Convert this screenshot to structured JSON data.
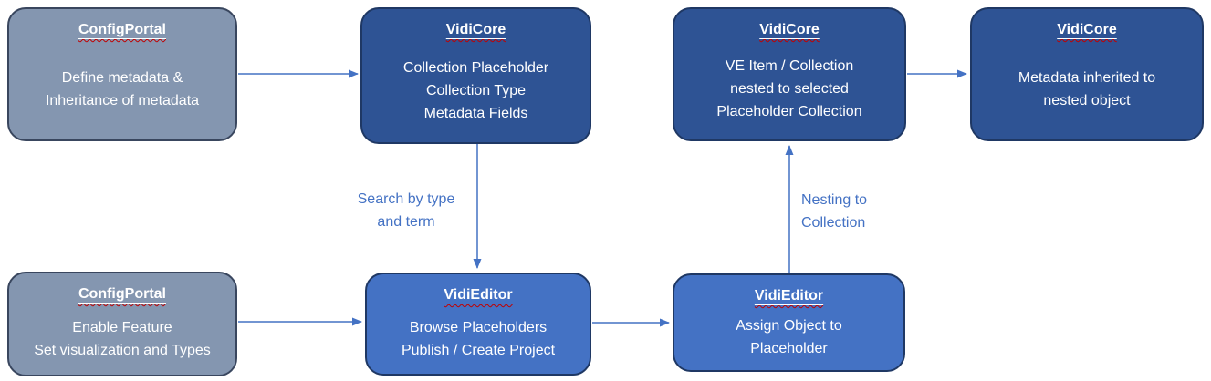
{
  "diagram": {
    "boxes": {
      "config_define": {
        "title": "ConfigPortal",
        "line1": "Define metadata &",
        "line2": "Inheritance of metadata"
      },
      "vidicore_placeholder": {
        "title": "VidiCore",
        "line1": "Collection Placeholder",
        "line2": "Collection Type",
        "line3": "Metadata Fields"
      },
      "vidicore_nested": {
        "title": "VidiCore",
        "line1": "VE Item / Collection",
        "line2": "nested to selected",
        "line3": "Placeholder Collection"
      },
      "vidicore_inherited": {
        "title": "VidiCore",
        "line1": "Metadata inherited to",
        "line2": "nested object"
      },
      "config_enable": {
        "title": "ConfigPortal",
        "line1": "Enable Feature",
        "line2": "Set visualization and Types"
      },
      "vidieditor_browse": {
        "title": "VidiEditor",
        "line1": "Browse Placeholders",
        "line2": "Publish / Create Project"
      },
      "vidieditor_assign": {
        "title": "VidiEditor",
        "line1": "Assign Object to",
        "line2": "Placeholder"
      }
    },
    "edge_labels": {
      "search": {
        "line1": "Search by type",
        "line2": "and term"
      },
      "nesting": {
        "line1": "Nesting to",
        "line2": "Collection"
      }
    },
    "colors": {
      "gray_fill": "#8496B0",
      "gray_border": "#39465E",
      "dark_blue_fill": "#2E5394",
      "medium_blue_fill": "#4472C4",
      "blue_border": "#1F3864",
      "arrow": "#4472C4",
      "edge_label_text": "#4472C4",
      "box_text": "#FFFFFF",
      "spellcheck_underline": "#C00000"
    }
  }
}
